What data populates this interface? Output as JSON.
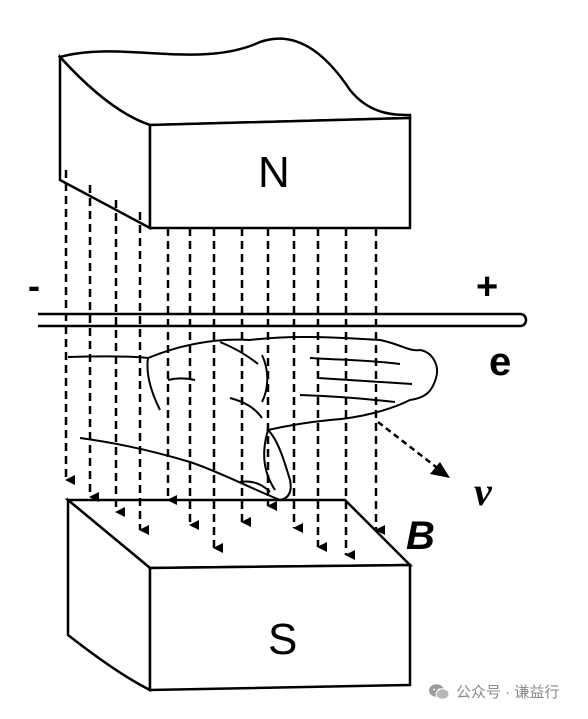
{
  "labels": {
    "north_pole": "N",
    "south_pole": "S",
    "negative_terminal": "-",
    "positive_terminal": "+",
    "electron": "e",
    "velocity": "v",
    "magnetic_field": "B"
  },
  "watermark": {
    "text": "公众号 · 谦益行",
    "icon": "wechat-icon"
  },
  "field_lines": {
    "count": 13,
    "style": "dashed",
    "direction": "down"
  },
  "colors": {
    "ink": "#000000",
    "watermark": "#8a8a8a"
  }
}
